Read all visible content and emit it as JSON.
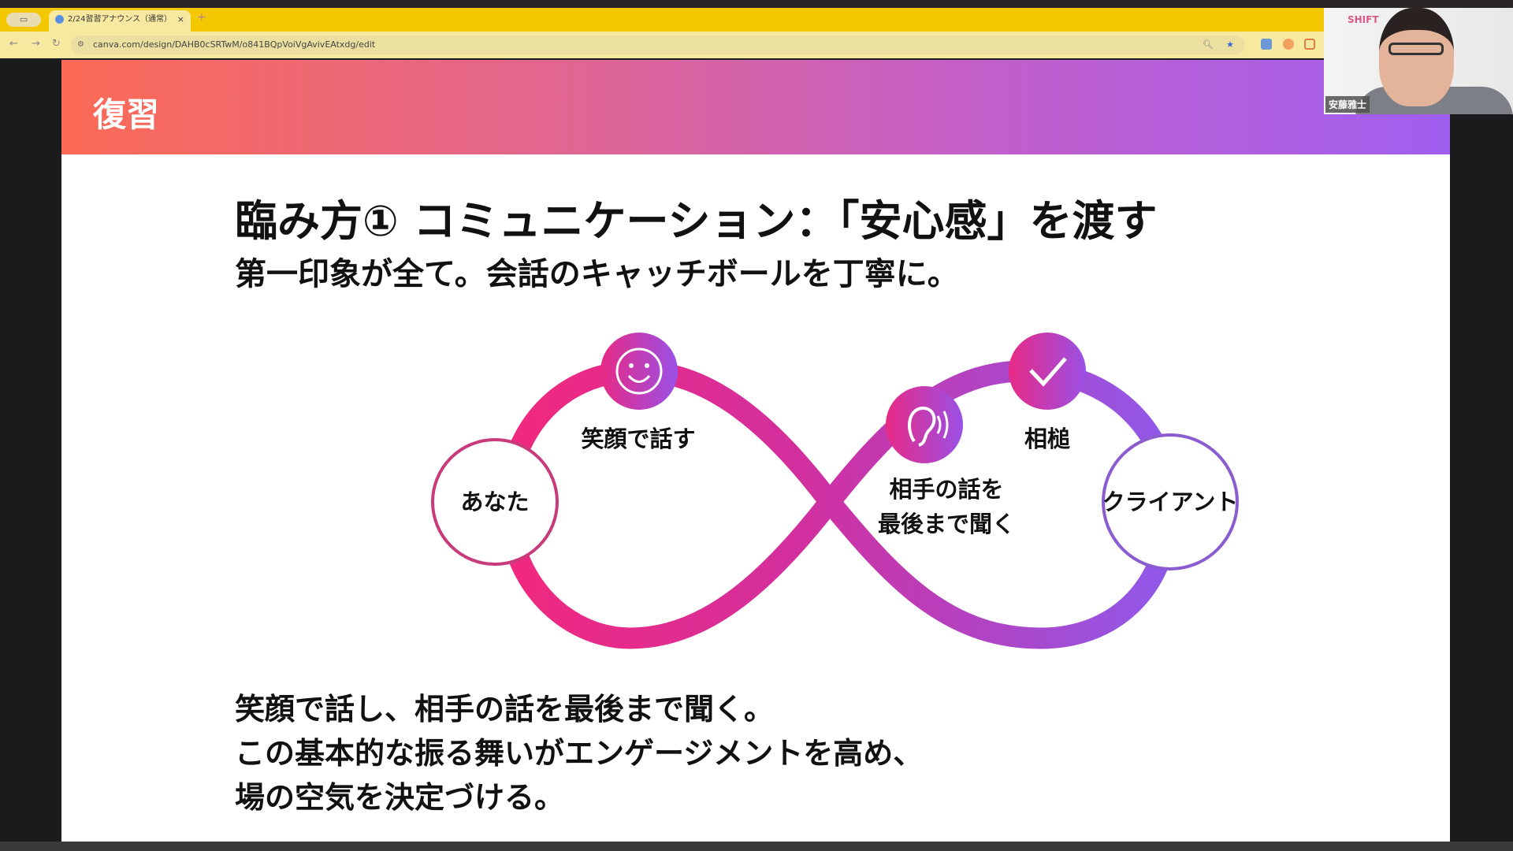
{
  "browser": {
    "tab_title": "2/24習習アナウンス（通常）",
    "tab_close": "×",
    "new_tab": "+",
    "url": "canva.com/design/DAHB0cSRTwM/o841BQpVoiVgAvivEAtxdg/edit",
    "nav": {
      "back": "←",
      "forward": "→",
      "reload": "↻"
    }
  },
  "slide": {
    "header": "復習",
    "title": "臨み方① コミュニケーション：「安心感」を渡す",
    "subtitle": "第一印象が全て。会話のキャッチボールを丁寧に。",
    "diagram": {
      "you": "あなた",
      "client": "クライアント",
      "smile": "笑顔で話す",
      "listen_line1": "相手の話を",
      "listen_line2": "最後まで聞く",
      "aizuchi": "相槌"
    },
    "body_lines": [
      "笑顔で話し、相手の話を最後まで聞く。",
      "この基本的な振る舞いがエンゲージメントを高め、",
      "場の空気を決定づける。"
    ]
  },
  "video": {
    "participant_name": "安藤雅士",
    "logo_text": "SHIFT"
  },
  "colors": {
    "pink": "#f0287a",
    "purple": "#8a5cf0",
    "tab_bar": "#f4c800"
  }
}
